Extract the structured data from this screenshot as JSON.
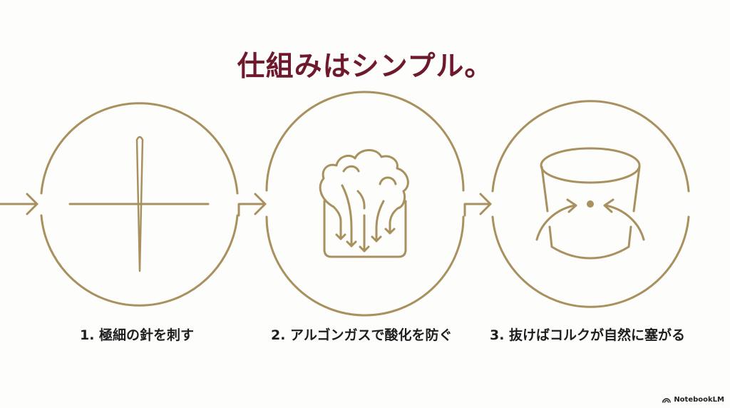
{
  "title": "仕組みはシンプル。",
  "colors": {
    "accent": "#a8915f",
    "title": "#6e1a2c",
    "text": "#1e1e1e",
    "background": "#fdfdfc"
  },
  "steps": [
    {
      "number": "1.",
      "label": "1. 極細の針を刺す",
      "icon": "needle-icon"
    },
    {
      "number": "2.",
      "label": "2. アルゴンガスで酸化を防ぐ",
      "icon": "argon-gas-icon"
    },
    {
      "number": "3.",
      "label": "3. 抜けばコルクが自然に塞がる",
      "icon": "cork-reseal-icon"
    }
  ],
  "footer": {
    "brand": "NotebookLM",
    "brand_icon": "notebooklm-logo-icon"
  }
}
